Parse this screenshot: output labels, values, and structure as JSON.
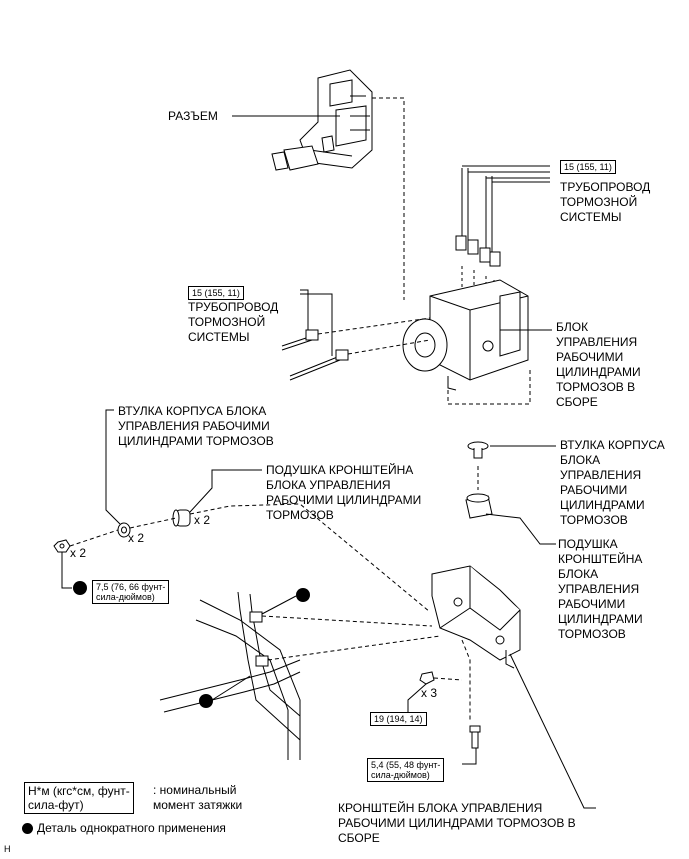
{
  "labels": {
    "connector": "РАЗЪЕМ",
    "brake_line_top": "ТРУБОПРОВОД\nТОРМОЗНОЙ\nСИСТЕМЫ",
    "brake_line_left": "ТРУБОПРОВОД\nТОРМОЗНОЙ\nСИСТЕМЫ",
    "actuator_assy": "БЛОК\nУПРАВЛЕНИЯ\nРАБОЧИМИ\nЦИЛИНДРАМИ\nТОРМОЗОВ В\nСБОРЕ",
    "collar_left": "ВТУЛКА КОРПУСА БЛОКА\nУПРАВЛЕНИЯ РАБОЧИМИ\nЦИЛИНДРАМИ ТОРМОЗОВ",
    "cushion_left": "ПОДУШКА КРОНШТЕЙНА\nБЛОКА УПРАВЛЕНИЯ\nРАБОЧИМИ ЦИЛИНДРАМИ\nТОРМОЗОВ",
    "collar_right": "ВТУЛКА КОРПУСА\nБЛОКА\nУПРАВЛЕНИЯ\nРАБОЧИМИ\nЦИЛИНДРАМИ\nТОРМОЗОВ",
    "cushion_right": "ПОДУШКА\nКРОНШТЕЙНА\nБЛОКА\nУПРАВЛЕНИЯ\nРАБОЧИМИ\nЦИЛИНДРАМИ\nТОРМОЗОВ",
    "bracket": "КРОНШТЕЙН БЛОКА УПРАВЛЕНИЯ\nРАБОЧИМИ ЦИЛИНДРАМИ ТОРМОЗОВ В\nСБОРЕ"
  },
  "torques": {
    "brake_line_top": "15 (155, 11)",
    "brake_line_left": "15 (155, 11)",
    "nut_left": "7,5 (76, 66 фунт-\nсила-дюймов)",
    "bolt_bracket": "19 (194, 14)",
    "bolt_bottom": "5,4 (55, 48 фунт-\nсила-дюймов)"
  },
  "multipliers": {
    "collar_left": "x 2",
    "cushion_left": "x 2",
    "nut_left": "x 2",
    "bolt_bracket": "x 3"
  },
  "legend": {
    "unit": "Н*м (кгс*см, фунт-\nсила-фут)",
    "unit_desc": ": номинальный\nмомент затяжки",
    "non_reusable": "Деталь однократного применения"
  },
  "corner_mark": "H"
}
